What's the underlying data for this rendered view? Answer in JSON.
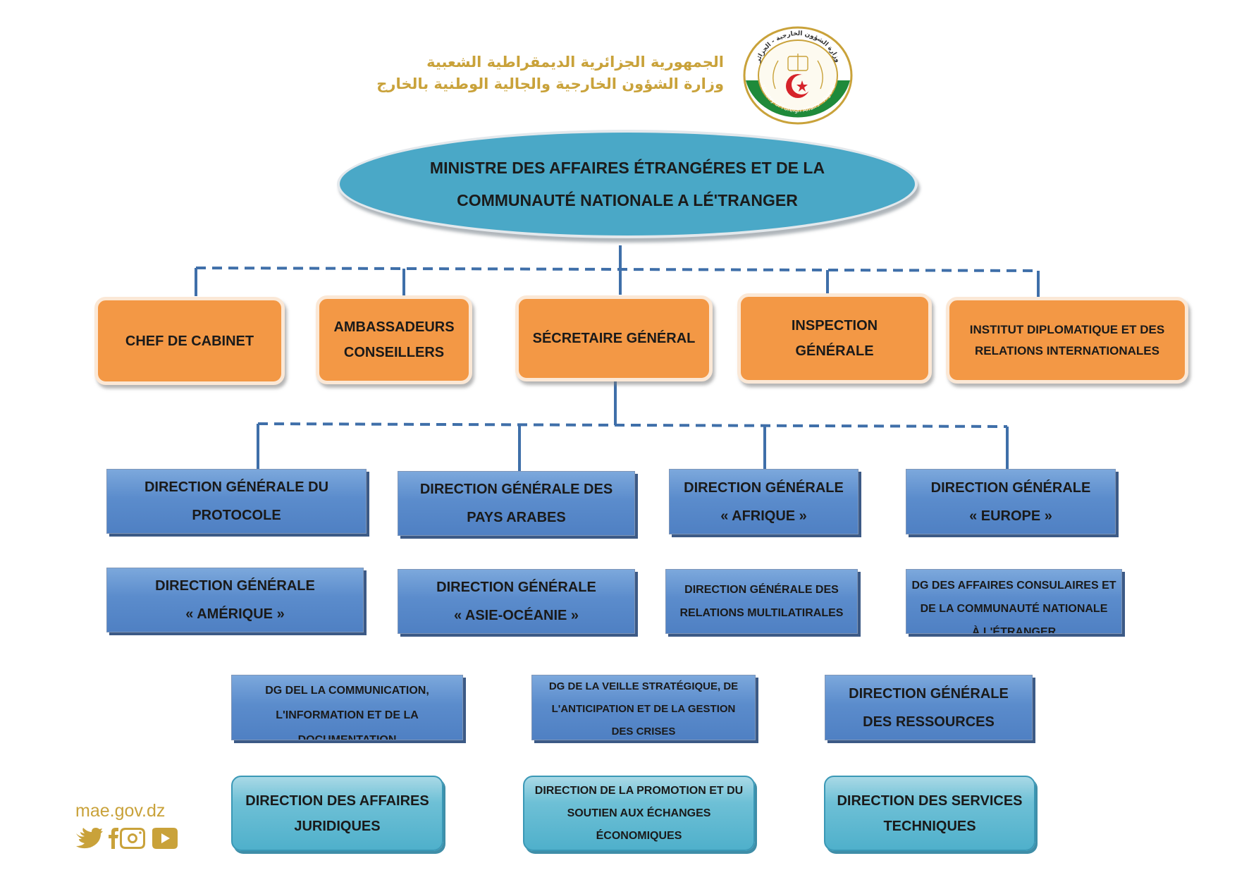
{
  "header": {
    "arabic_line1": "الجمهورية الجزائرية الديمقراطية الشعبية",
    "arabic_line2": "وزارة الشؤون الخارجية والجالية الوطنية بالخارج",
    "seal_ring_text_en": "Ministry of Foreign Affairs - Algeria",
    "seal_ring_text_ar": "وزارة الشؤون الخارجية - الجزائر"
  },
  "minister": {
    "line1": "MINISTRE DES AFFAIRES ÉTRANGÉRES ET DE LA",
    "line2": "COMMUNAUTÉ NATIONALE A LÉ'TRANGER"
  },
  "level1": [
    {
      "l1": "CHEF DE CABINET",
      "l2": ""
    },
    {
      "l1": "AMBASSADEURS",
      "l2": "CONSEILLERS"
    },
    {
      "l1": "SÉCRETAIRE GÉNÉRAL",
      "l2": ""
    },
    {
      "l1": "INSPECTION",
      "l2": "GÉNÉRALE"
    },
    {
      "l1": "INSTITUT DIPLOMATIQUE ET DES",
      "l2": "RELATIONS INTERNATIONALES"
    }
  ],
  "row1": [
    {
      "l1": "DIRECTION GÉNÉRALE DU",
      "l2": "PROTOCOLE"
    },
    {
      "l1": "DIRECTION GÉNÉRALE DES",
      "l2": "PAYS ARABES"
    },
    {
      "l1": "DIRECTION GÉNÉRALE",
      "l2": "« AFRIQUE »"
    },
    {
      "l1": "DIRECTION GÉNÉRALE",
      "l2": "« EUROPE »"
    }
  ],
  "row2": [
    {
      "l1": "DIRECTION GÉNÉRALE",
      "l2": "« AMÉRIQUE »",
      "l3": ""
    },
    {
      "l1": "DIRECTION GÉNÉRALE",
      "l2": "« ASIE-OCÉANIE »",
      "l3": ""
    },
    {
      "l1": "DIRECTION GÉNÉRALE DES",
      "l2": "RELATIONS MULTILATIRALES",
      "l3": ""
    },
    {
      "l1": "DG DES AFFAIRES CONSULAIRES ET",
      "l2": "DE LA COMMUNAUTÉ NATIONALE",
      "l3": "À L'ÉTRANGER"
    }
  ],
  "row3": [
    {
      "l1": "DG  DEL LA COMMUNICATION,",
      "l2": "L'INFORMATION ET DE LA",
      "l3": "DOCUMENTATION"
    },
    {
      "l1": "DG DE LA VEILLE STRATÉGIQUE, DE",
      "l2": "L'ANTICIPATION ET DE LA GESTION",
      "l3": "DES CRISES"
    },
    {
      "l1": "DIRECTION GÉNÉRALE",
      "l2": "DES RESSOURCES",
      "l3": ""
    }
  ],
  "row4": [
    {
      "l1": "DIRECTION DES AFFAIRES",
      "l2": "JURIDIQUES",
      "l3": ""
    },
    {
      "l1": "DIRECTION DE LA PROMOTION ET DU",
      "l2": "SOUTIEN AUX ÉCHANGES",
      "l3": "ÉCONOMIQUES"
    },
    {
      "l1": "DIRECTION DES SERVICES",
      "l2": "TECHNIQUES",
      "l3": ""
    }
  ],
  "footer": {
    "website": "mae.gov.dz",
    "social_icons": [
      "twitter-icon",
      "facebook-icon",
      "instagram-icon",
      "youtube-icon"
    ]
  },
  "colors": {
    "gold": "#c9a23a",
    "minister_fill": "#4aa8c7",
    "orange_fill": "#f39845",
    "blue_fill": "#5b8ccc",
    "teal_fill": "#4fb0cb",
    "connector": "#3f6fa9"
  }
}
